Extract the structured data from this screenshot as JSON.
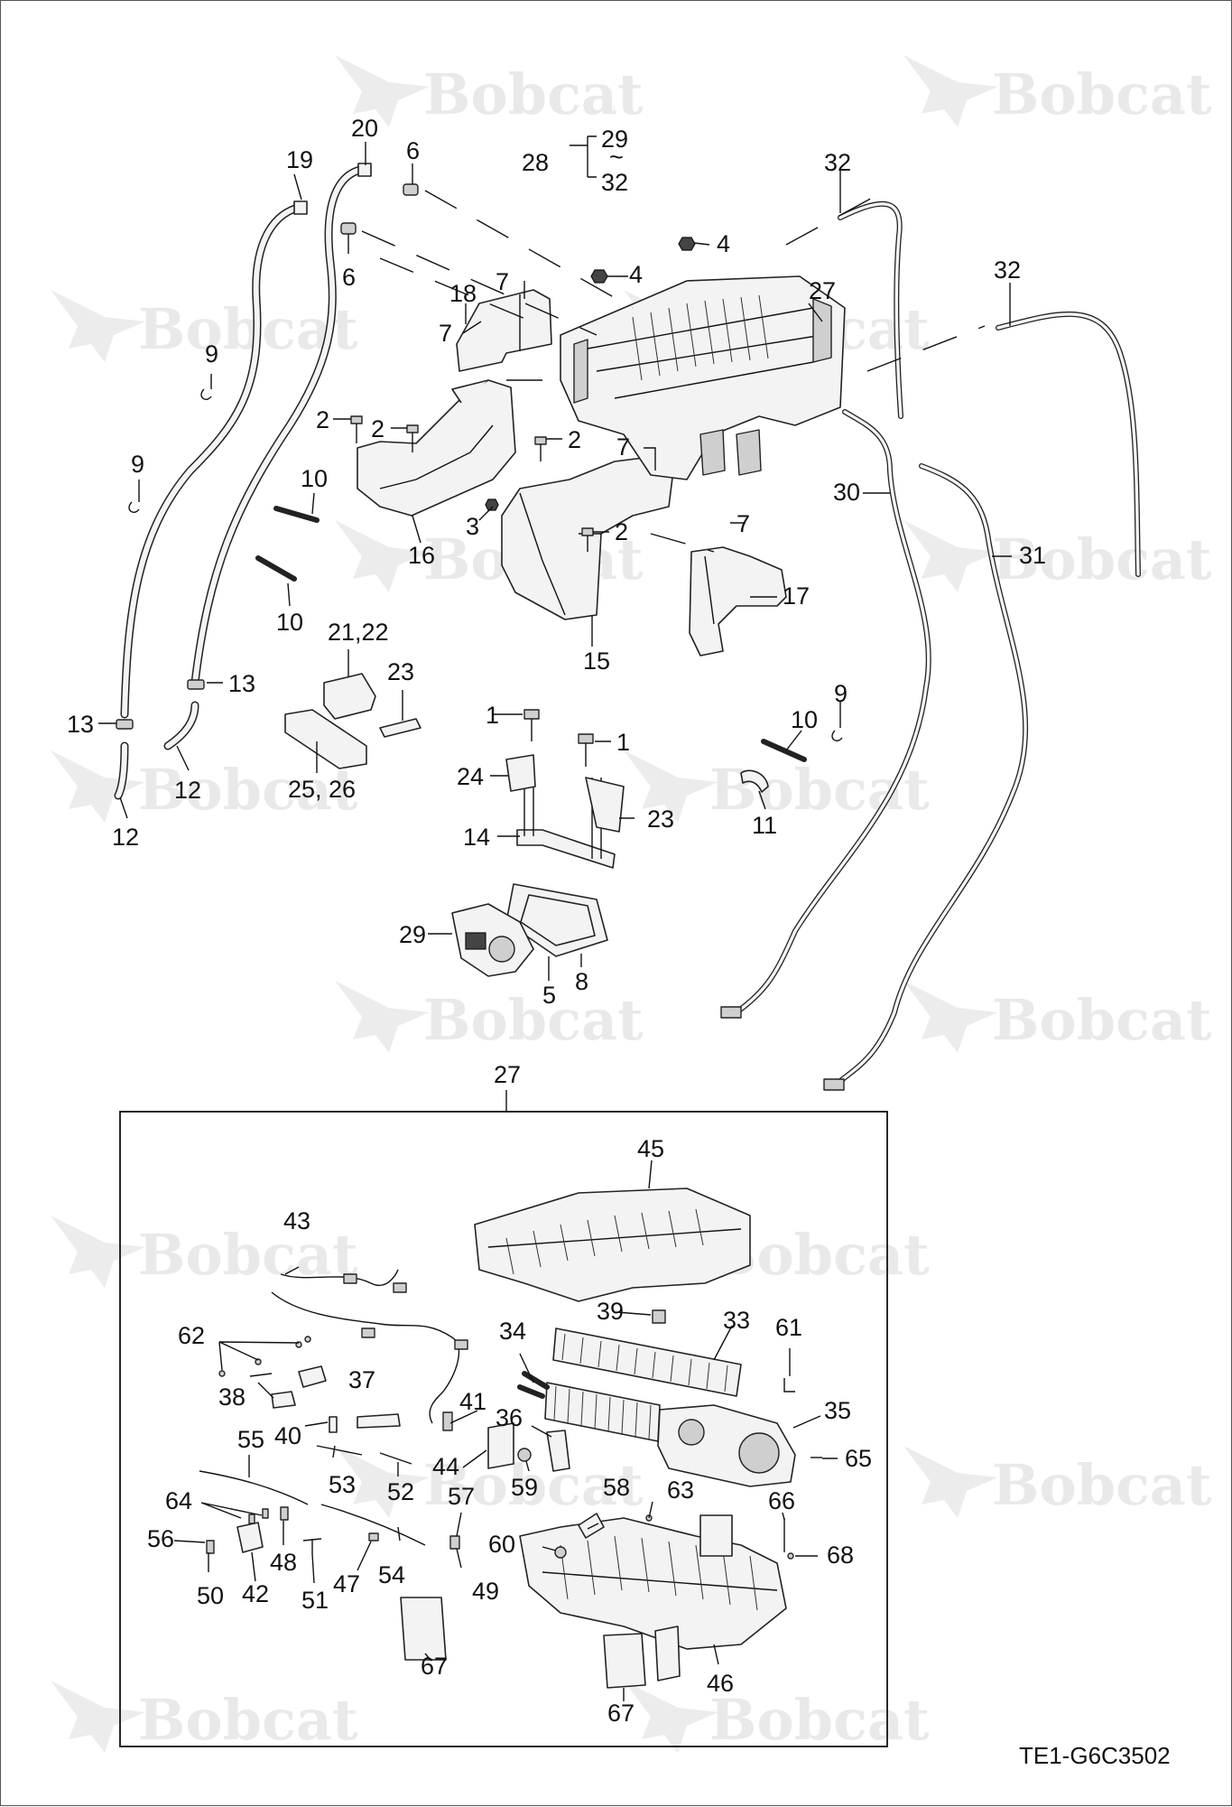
{
  "brand_watermark": "Bobcat",
  "drawing_code": "TE1-G6C3502",
  "callouts": {
    "c1a": "1",
    "c1b": "1",
    "c2a": "2",
    "c2b": "2",
    "c2c": "2",
    "c2d": "2",
    "c3": "3",
    "c4a": "4",
    "c4b": "4",
    "c5": "5",
    "c6a": "6",
    "c6b": "6",
    "c7a": "7",
    "c7b": "7",
    "c7c": "7",
    "c7d": "7",
    "c8": "8",
    "c9a": "9",
    "c9b": "9",
    "c9c": "9",
    "c10a": "10",
    "c10b": "10",
    "c10c": "10",
    "c11": "11",
    "c12a": "12",
    "c12b": "12",
    "c13a": "13",
    "c13b": "13",
    "c14": "14",
    "c15": "15",
    "c16": "16",
    "c17": "17",
    "c18": "18",
    "c19": "19",
    "c20": "20",
    "c2122": "21,22",
    "c23a": "23",
    "c23b": "23",
    "c24": "24",
    "c2526": "25, 26",
    "c27a": "27",
    "c27b": "27",
    "c28": "28",
    "c29a": "29",
    "c29b": "29",
    "c30": "30",
    "c31": "31",
    "c32a": "32",
    "c32b": "32",
    "c32c": "32",
    "c33": "33",
    "c34": "34",
    "c35": "35",
    "c36": "36",
    "c37": "37",
    "c38": "38",
    "c39": "39",
    "c40": "40",
    "c41": "41",
    "c42": "42",
    "c43": "43",
    "c44": "44",
    "c45": "45",
    "c46": "46",
    "c47": "47",
    "c48": "48",
    "c49": "49",
    "c50": "50",
    "c51": "51",
    "c52": "52",
    "c53": "53",
    "c54": "54",
    "c55": "55",
    "c56": "56",
    "c57": "57",
    "c58": "58",
    "c59": "59",
    "c60": "60",
    "c61": "61",
    "c62": "62",
    "c63": "63",
    "c64": "64",
    "c65": "65",
    "c66": "66",
    "c67a": "67",
    "c67b": "67",
    "c68": "68"
  },
  "range_symbol": "~"
}
